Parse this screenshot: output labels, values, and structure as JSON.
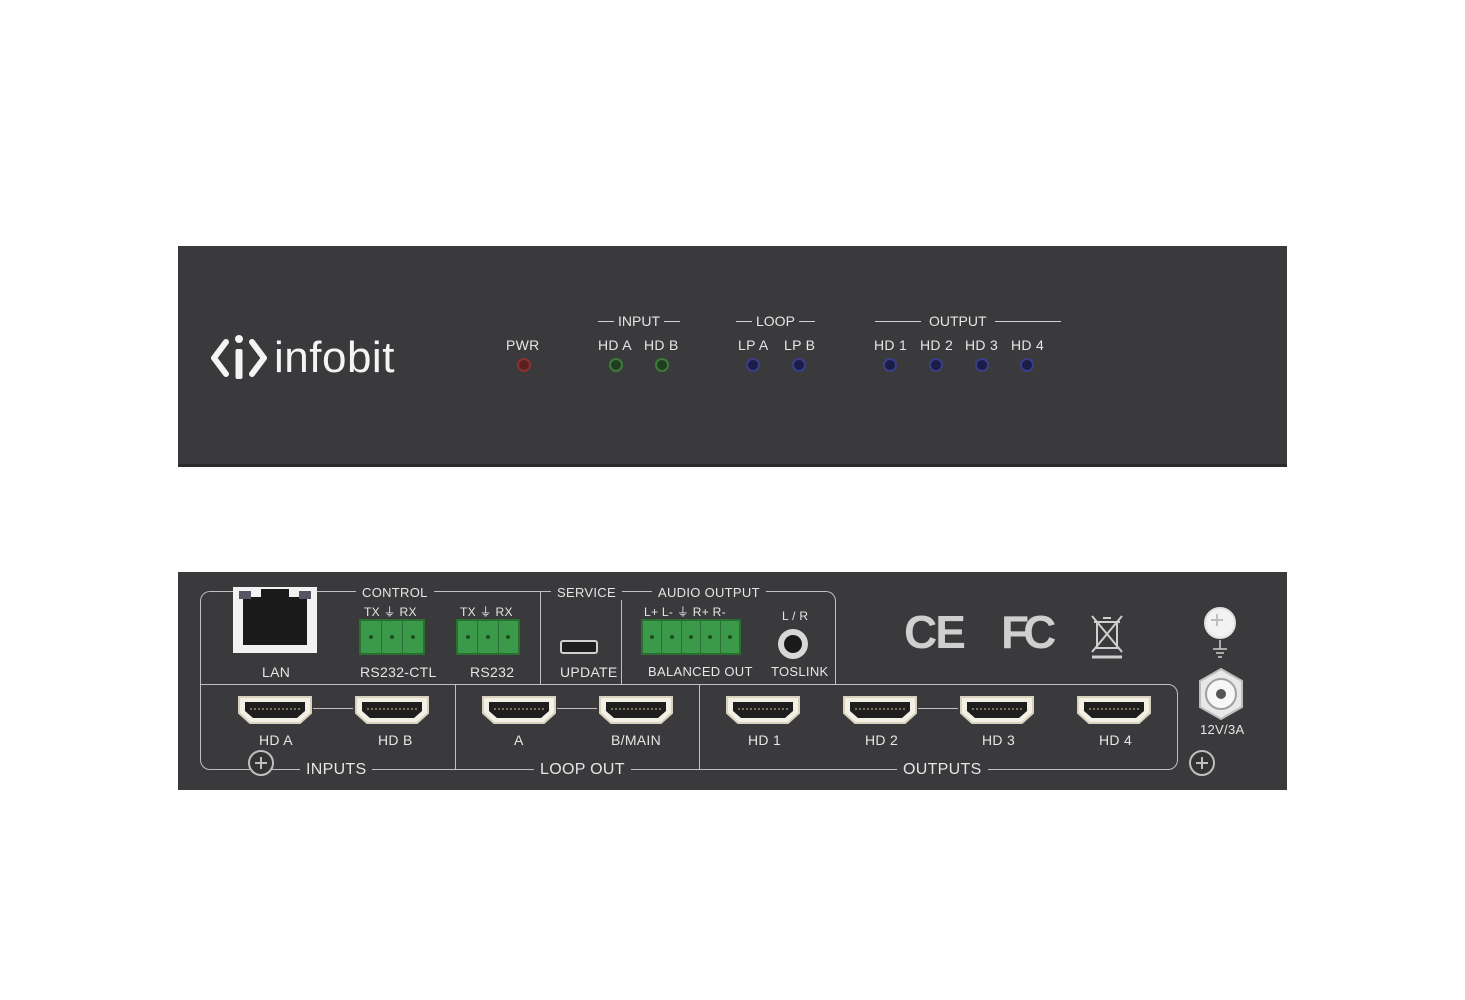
{
  "brand": {
    "name": "infobit"
  },
  "front": {
    "pwr": "PWR",
    "input_group": "INPUT",
    "input_leds": [
      "HD A",
      "HD B"
    ],
    "loop_group": "LOOP",
    "loop_leds": [
      "LP A",
      "LP B"
    ],
    "output_group": "OUTPUT",
    "output_leds": [
      "HD 1",
      "HD 2",
      "HD 3",
      "HD 4"
    ]
  },
  "rear": {
    "lan": "LAN",
    "control_group": "CONTROL",
    "rs232ctl_pins": "TX  ⏚  RX",
    "rs232ctl": "RS232-CTL",
    "rs232_pins": "TX  ⏚  RX",
    "rs232": "RS232",
    "service_group": "SERVICE",
    "update": "UPDATE",
    "audio_group": "AUDIO OUTPUT",
    "audio_pins": "L+  L-   ⏚   R+  R-",
    "balanced": "BALANCED OUT",
    "lr": "L / R",
    "toslink": "TOSLINK",
    "inputs_group": "INPUTS",
    "inputs": [
      "HD A",
      "HD B"
    ],
    "loop_group": "LOOP OUT",
    "loops": [
      "A",
      "B/MAIN"
    ],
    "outputs_group": "OUTPUTS",
    "outputs": [
      "HD 1",
      "HD 2",
      "HD 3",
      "HD 4"
    ],
    "power": "12V/3A",
    "ce": "CE",
    "fc": "FC"
  }
}
